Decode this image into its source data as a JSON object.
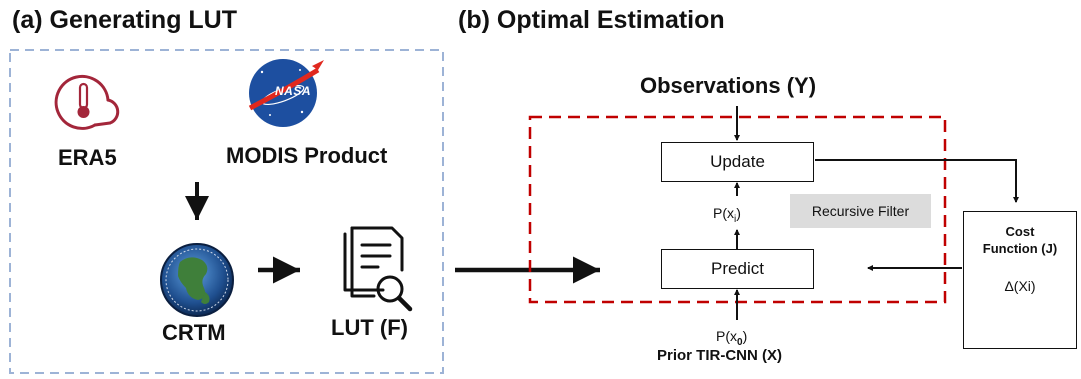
{
  "panel_a": {
    "title": "(a) Generating LUT",
    "era5_label": "ERA5",
    "nasa_logo_text": "NASA",
    "modis_label": "MODIS Product",
    "crtm_label": "CRTM",
    "lut_label": "LUT (F)"
  },
  "panel_b": {
    "title": "(b) Optimal Estimation",
    "observations_label": "Observations (Y)",
    "update_label": "Update",
    "predict_label": "Predict",
    "p_xi_label": "P(x",
    "p_xi_sub": "i",
    "p_x0_label": "P(x",
    "p_x0_sub": "0",
    "recursive_filter_label": "Recursive Filter",
    "cost_function_line1": "Cost",
    "cost_function_line2": "Function (J)",
    "delta_label": "Δ(Xi)",
    "prior_label": "Prior TIR-CNN (X)"
  },
  "colors": {
    "panel_a_border": "#9db3d6",
    "estimation_border": "#c00000",
    "era5_icon": "#a3263a",
    "nasa_blue": "#1d4fa0",
    "nasa_red": "#e0281e",
    "filter_bg": "#dcdcdc",
    "arrow": "#111111"
  }
}
